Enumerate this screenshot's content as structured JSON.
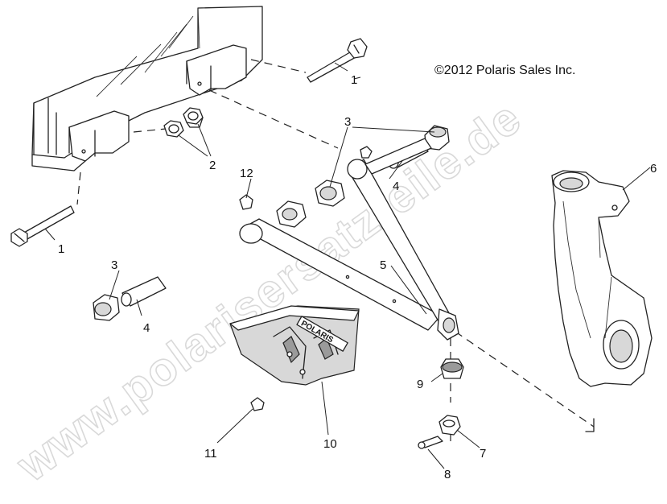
{
  "copyright": "©2012 Polaris Sales Inc.",
  "watermark": "www.polarisersatzteile.de",
  "logo_text": "POLARIS",
  "callouts": [
    "1",
    "1",
    "2",
    "3",
    "3",
    "4",
    "4",
    "5",
    "6",
    "7",
    "8",
    "9",
    "10",
    "11",
    "12"
  ]
}
